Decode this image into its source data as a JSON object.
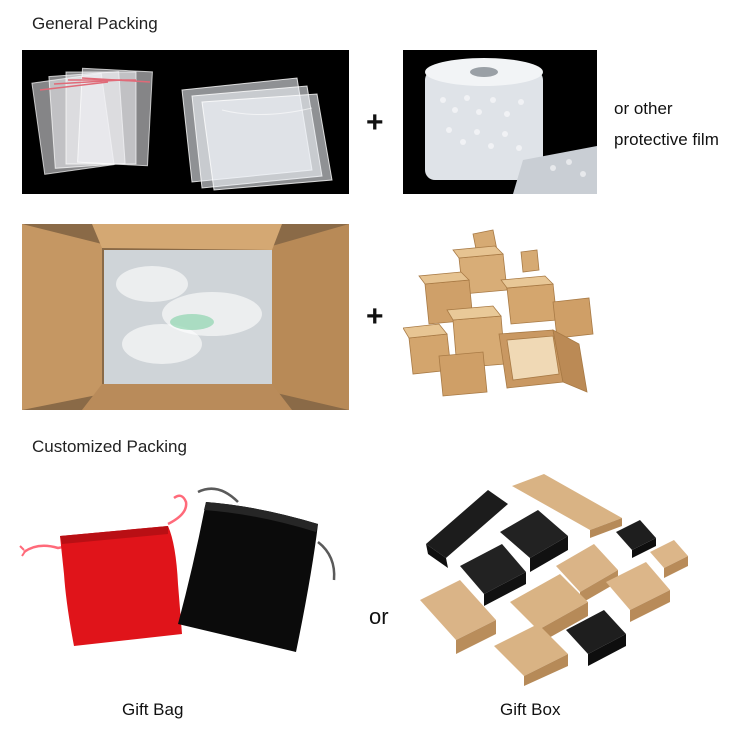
{
  "sections": {
    "general": {
      "heading": "General Packing"
    },
    "customized": {
      "heading": "Customized Packing"
    }
  },
  "row1": {
    "plus": "+",
    "note_line1": "or other",
    "note_line2": "protective film"
  },
  "row2": {
    "plus": "+"
  },
  "row3": {
    "or": "or",
    "gift_bag_caption": "Gift Bag",
    "gift_box_caption": "Gift Box"
  },
  "colors": {
    "black_bg": "#000000",
    "cardboard": "#c79a63",
    "kraft": "#d9b384",
    "red_bag": "#e0141a",
    "black_bag": "#0b0b0b",
    "black_box": "#1c1c1c"
  }
}
